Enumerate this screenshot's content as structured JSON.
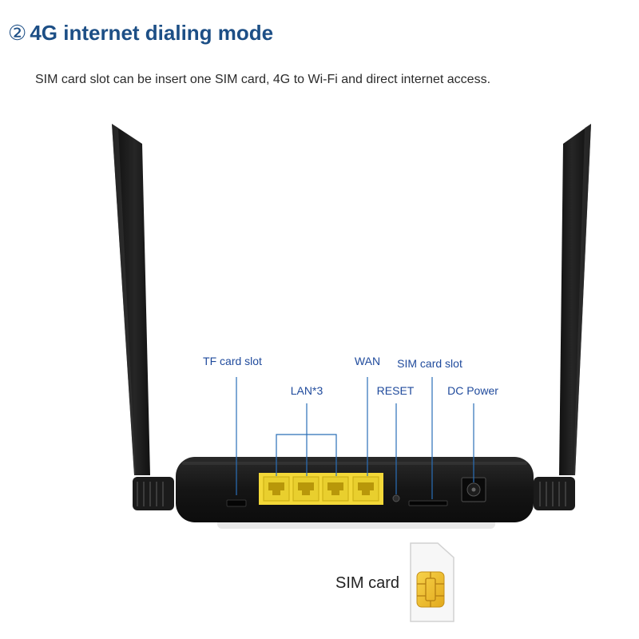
{
  "heading": {
    "marker": "②",
    "text": "4G internet dialing mode",
    "color": "#1d4f86"
  },
  "subtitle": "SIM card slot can be insert one SIM card, 4G to Wi-Fi and direct internet access.",
  "labels": {
    "tf_card_slot": "TF card slot",
    "lan": "LAN*3",
    "wan": "WAN",
    "reset": "RESET",
    "sim_card_slot": "SIM card slot",
    "dc_power": "DC Power",
    "label_color": "#1f4a9c",
    "leader_color": "#2a6fb8"
  },
  "sim_card": {
    "label": "SIM card"
  },
  "colors": {
    "router_body": "#141414",
    "port_yellow": "#f3d838",
    "sim_chip": "#f2c233"
  }
}
